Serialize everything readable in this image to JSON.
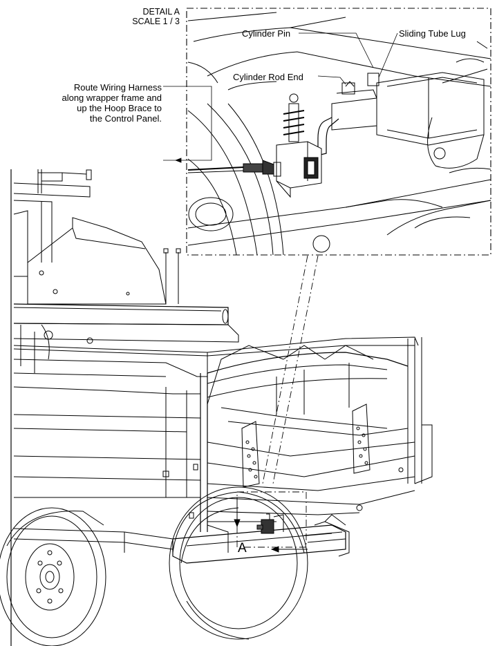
{
  "detail": {
    "title_line1": "DETAIL  A",
    "title_line2": "SCALE 1 / 3"
  },
  "callouts": {
    "cylinder_pin": "Cylinder Pin",
    "sliding_tube_lug": "Sliding Tube Lug",
    "cylinder_rod_end": "Cylinder Rod End",
    "wiring_note": [
      "Route Wiring Harness",
      "along wrapper frame and",
      "up the Hoop Brace to",
      "the Control Panel."
    ]
  },
  "view_marker": "A"
}
